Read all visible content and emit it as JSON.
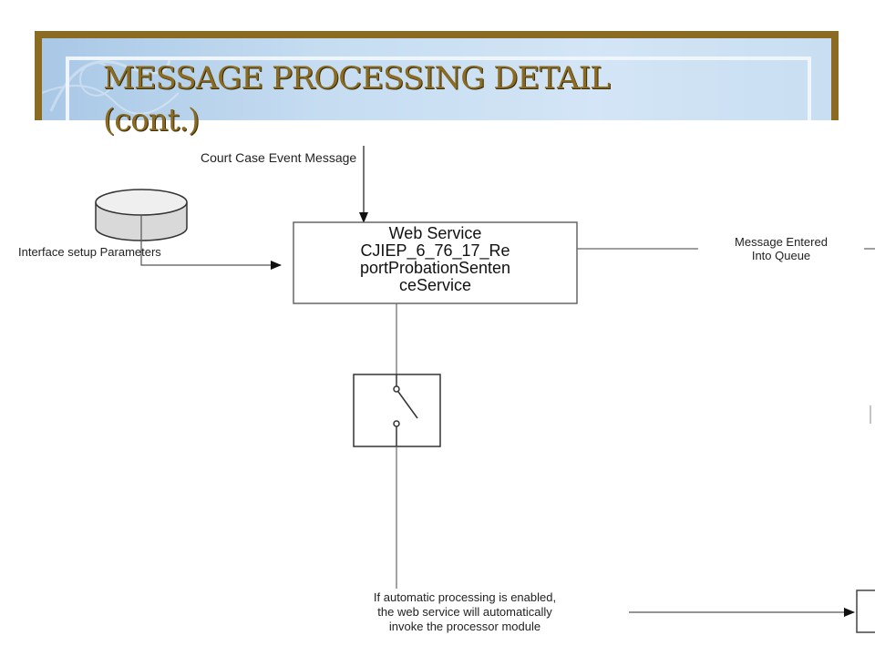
{
  "slide": {
    "title_line1": "MESSAGE PROCESSING DETAIL",
    "title_line2": "(cont.)"
  },
  "diagram": {
    "input_message": "Court Case Event Message",
    "database_label": "Interface setup Parameters",
    "web_service": {
      "line1": "Web Service",
      "line2": "CJIEP_6_76_17_Re",
      "line3": "portProbationSenten",
      "line4": "ceService"
    },
    "queue_label_line1": "Message Entered",
    "queue_label_line2": "Into Queue",
    "auto_processing": {
      "line1": "If automatic processing is enabled,",
      "line2": "the web service will automatically",
      "line3": "invoke the processor module"
    },
    "switch_icon": "switch-icon",
    "database_icon": "database-icon"
  },
  "colors": {
    "banner_border": "#8b6b22",
    "banner_fill": "#c5dcf1",
    "title_text": "#8b6b22",
    "line": "#555555"
  }
}
